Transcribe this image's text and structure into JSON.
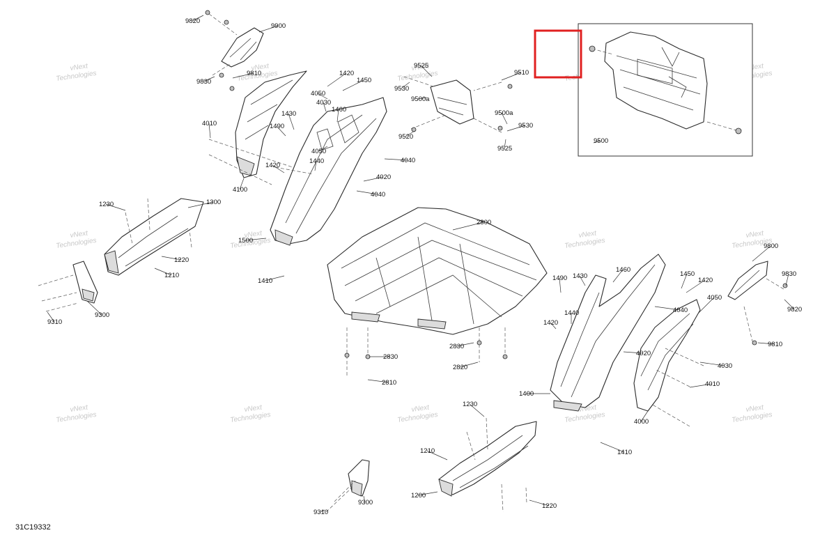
{
  "diagram_code": "31C19332",
  "watermark": {
    "line1": "vNext",
    "line2": "Technologies"
  },
  "callouts": [
    {
      "id": "c9820a",
      "label": "9820"
    },
    {
      "id": "c9900",
      "label": "9900"
    },
    {
      "id": "c9830a",
      "label": "9830"
    },
    {
      "id": "c9810a",
      "label": "9810"
    },
    {
      "id": "c1420a",
      "label": "1420"
    },
    {
      "id": "c1450a",
      "label": "1450"
    },
    {
      "id": "c4050a",
      "label": "4050"
    },
    {
      "id": "c4030a",
      "label": "4030"
    },
    {
      "id": "c1460a",
      "label": "1460"
    },
    {
      "id": "c1430a",
      "label": "1430"
    },
    {
      "id": "c1490a",
      "label": "1490"
    },
    {
      "id": "c4010a",
      "label": "4010"
    },
    {
      "id": "c4050b",
      "label": "4050"
    },
    {
      "id": "c1440a",
      "label": "1440"
    },
    {
      "id": "c1420b",
      "label": "1420"
    },
    {
      "id": "c4100",
      "label": "4100"
    },
    {
      "id": "c4040a",
      "label": "4040"
    },
    {
      "id": "c4020a",
      "label": "4020"
    },
    {
      "id": "c4040b",
      "label": "4040"
    },
    {
      "id": "c9525a",
      "label": "9525"
    },
    {
      "id": "c9520",
      "label": "9520"
    },
    {
      "id": "c9530a",
      "label": "9530"
    },
    {
      "id": "c9500a1",
      "label": "9500a"
    },
    {
      "id": "c9510",
      "label": "9510"
    },
    {
      "id": "c9500a2",
      "label": "9500a"
    },
    {
      "id": "c9530b",
      "label": "9530"
    },
    {
      "id": "c9525b",
      "label": "9525"
    },
    {
      "id": "c9500",
      "label": "9500"
    },
    {
      "id": "c1230a",
      "label": "1230"
    },
    {
      "id": "c1300",
      "label": "1300"
    },
    {
      "id": "c1220a",
      "label": "1220"
    },
    {
      "id": "c1210a",
      "label": "1210"
    },
    {
      "id": "c9310a",
      "label": "9310"
    },
    {
      "id": "c9300a",
      "label": "9300"
    },
    {
      "id": "c1500",
      "label": "1500"
    },
    {
      "id": "c1410a",
      "label": "1410"
    },
    {
      "id": "c2800",
      "label": "2800"
    },
    {
      "id": "c2830a",
      "label": "2830"
    },
    {
      "id": "c2820",
      "label": "2820"
    },
    {
      "id": "c2830b",
      "label": "2830"
    },
    {
      "id": "c2810",
      "label": "2810"
    },
    {
      "id": "c9800",
      "label": "9800"
    },
    {
      "id": "c9830b",
      "label": "9830"
    },
    {
      "id": "c9820b",
      "label": "9820"
    },
    {
      "id": "c9810b",
      "label": "9810"
    },
    {
      "id": "c1490b",
      "label": "1490"
    },
    {
      "id": "c1430b",
      "label": "1430"
    },
    {
      "id": "c1460b",
      "label": "1460"
    },
    {
      "id": "c1450b",
      "label": "1450"
    },
    {
      "id": "c1420c",
      "label": "1420"
    },
    {
      "id": "c1440b",
      "label": "1440"
    },
    {
      "id": "c1420d",
      "label": "1420"
    },
    {
      "id": "c4040c",
      "label": "4040"
    },
    {
      "id": "c4050c",
      "label": "4050"
    },
    {
      "id": "c4020b",
      "label": "4020"
    },
    {
      "id": "c4030b",
      "label": "4030"
    },
    {
      "id": "c4010b",
      "label": "4010"
    },
    {
      "id": "c1400",
      "label": "1400"
    },
    {
      "id": "c4000",
      "label": "4000"
    },
    {
      "id": "c1410b",
      "label": "1410"
    },
    {
      "id": "c1230b",
      "label": "1230"
    },
    {
      "id": "c1210b",
      "label": "1210"
    },
    {
      "id": "c9300b",
      "label": "9300"
    },
    {
      "id": "c1200",
      "label": "1200"
    },
    {
      "id": "c1220b",
      "label": "1220"
    },
    {
      "id": "c9310b",
      "label": "9310"
    }
  ]
}
